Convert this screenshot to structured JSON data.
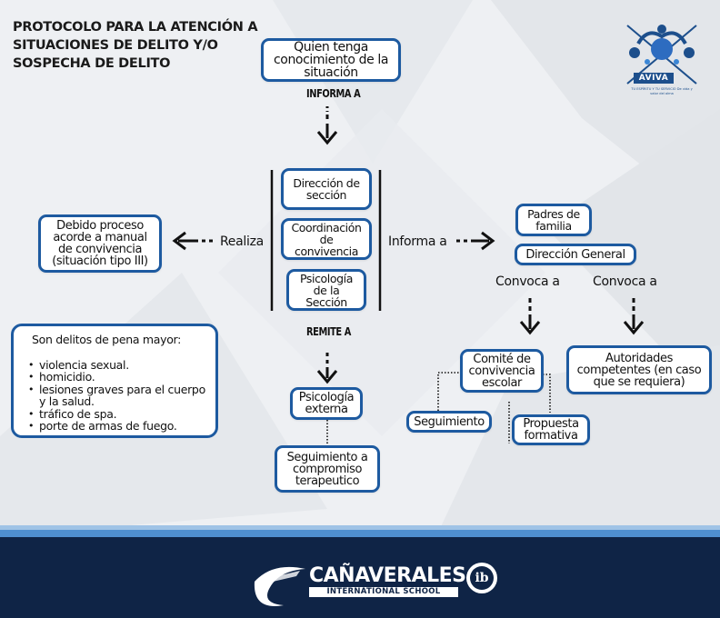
{
  "title": "PROTOCOLO PARA LA ATENCIÓN A SITUACIONES DE DELITO Y/O SOSPECHA DE DELITO",
  "nodes": {
    "quien": "Quien tenga conocimiento de la situación",
    "direccion_seccion": "Dirección de sección",
    "coordinacion": "Coordinación de convivencia",
    "psicologia_seccion": "Psicología de la Sección",
    "debido_proceso": "Debido proceso acorde a manual de convivencia (situación tipo III)",
    "padres": "Padres de familia",
    "direccion_general": "Dirección General",
    "comite": "Comité de convivencia escolar",
    "autoridades": "Autoridades competentes (en caso que se requiera)",
    "seguimiento": "Seguimiento",
    "propuesta": "Propuesta formativa",
    "psicologia_externa": "Psicología externa",
    "seguimiento_compromiso": "Seguimiento a compromiso terapeutico"
  },
  "labels": {
    "informa_a_upper": "INFORMA A",
    "remite_a_upper": "REMITE A",
    "realiza": "Realiza",
    "informa_a": "Informa a",
    "convoca_a_1": "Convoca a",
    "convoca_a_2": "Convoca a"
  },
  "delitos": {
    "heading": "Son delitos de pena mayor:",
    "items": [
      "violencia sexual.",
      "homicidio.",
      "lesiones graves para el cuerpo y la salud.",
      "tráfico de spa.",
      "porte de armas de fuego."
    ]
  },
  "logos": {
    "aviva_name": "AVIVA",
    "aviva_sub": "TU ESPÍRITU Y TU SERVICIO De vida y valor del alma",
    "school_name": "CAÑAVERALES",
    "school_sub": "INTERNATIONAL SCHOOL",
    "ib": "ib"
  },
  "colors": {
    "accent": "#1d5aa0",
    "footer": "#0f2446",
    "background": "#eef0f3"
  }
}
